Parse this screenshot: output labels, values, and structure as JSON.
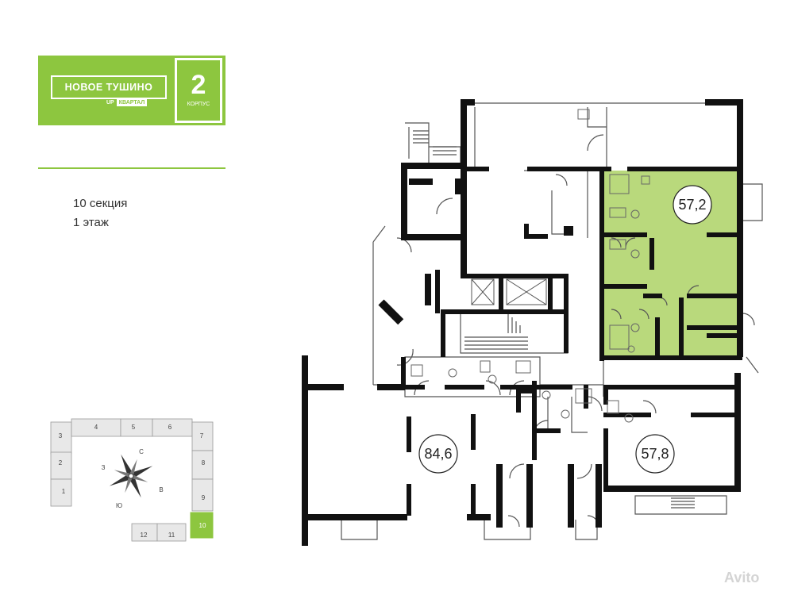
{
  "logo": {
    "name": "НОВОЕ ТУШИНО",
    "up": "UP",
    "kvartal": "КВАРТАЛ",
    "number": "2",
    "korpus": "КОРПУС"
  },
  "section": "10 секция",
  "floor": "1 этаж",
  "apartments": [
    {
      "area": "57,2",
      "highlighted": true
    },
    {
      "area": "84,6",
      "highlighted": false
    },
    {
      "area": "57,8",
      "highlighted": false
    }
  ],
  "minimap": {
    "sections": [
      "1",
      "2",
      "3",
      "4",
      "5",
      "6",
      "7",
      "8",
      "9",
      "10",
      "11",
      "12"
    ],
    "active_section": "10",
    "compass": {
      "n": "С",
      "s": "Ю",
      "e": "В",
      "w": "З"
    }
  },
  "watermark": "Avito",
  "colors": {
    "accent": "#8dc63f",
    "wall": "#111111",
    "highlight": "#b9d97c"
  }
}
